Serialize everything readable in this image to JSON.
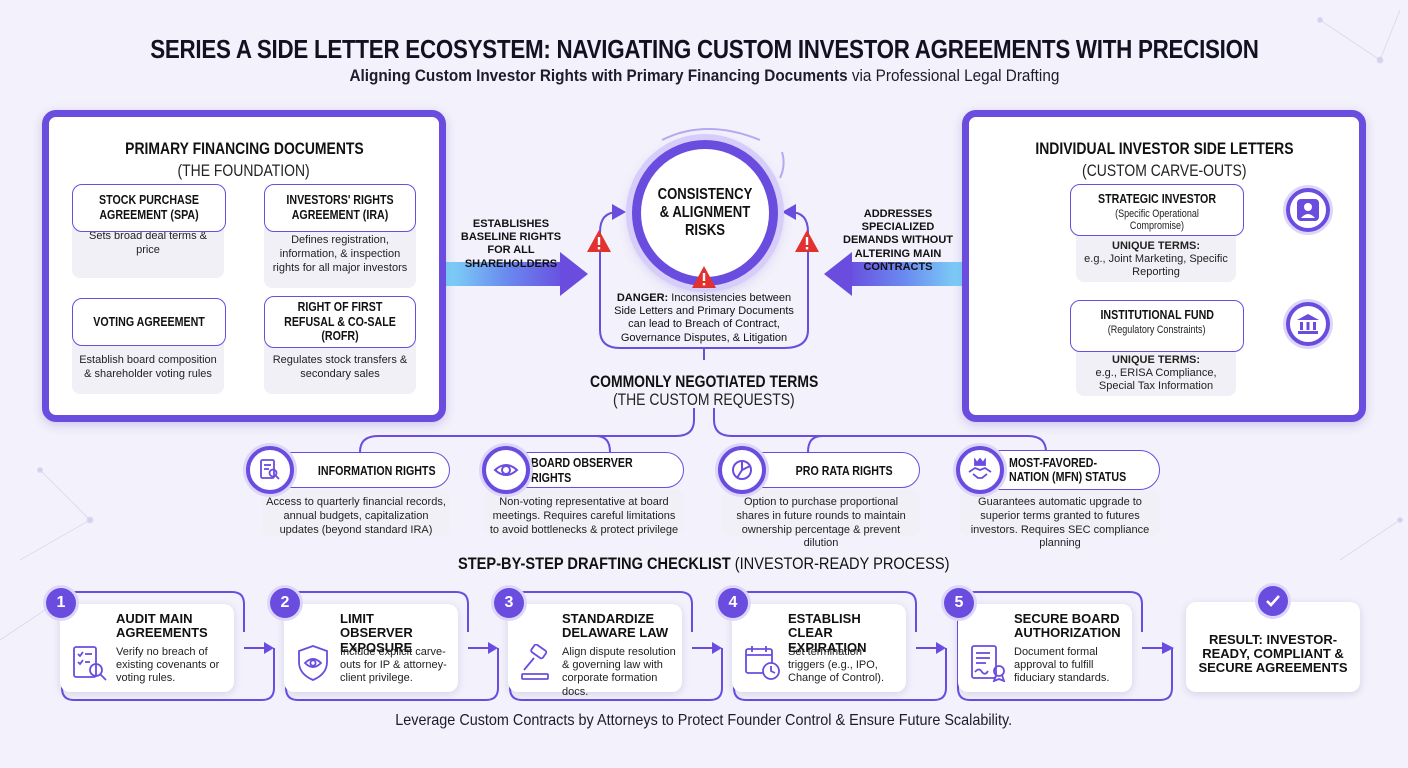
{
  "title": "SERIES A SIDE LETTER ECOSYSTEM: NAVIGATING CUSTOM INVESTOR AGREEMENTS WITH PRECISION",
  "subtitle_bold": "Aligning Custom Investor Rights with Primary Financing Documents",
  "subtitle_rest": " via Professional Legal Drafting",
  "primary": {
    "title": "PRIMARY FINANCING DOCUMENTS",
    "subtitle": "(THE FOUNDATION)",
    "docs": [
      {
        "label": "STOCK PURCHASE AGREEMENT (SPA)",
        "note": "Sets broad deal terms & price"
      },
      {
        "label": "INVESTORS' RIGHTS AGREEMENT (IRA)",
        "note": "Defines registration, information, & inspection rights for all major investors"
      },
      {
        "label": "VOTING AGREEMENT",
        "note": "Establish board composition & shareholder voting rules"
      },
      {
        "label": "RIGHT OF FIRST REFUSAL & CO-SALE (ROFR)",
        "note": "Regulates stock transfers & secondary sales"
      }
    ]
  },
  "left_arrow_label": "ESTABLISHES BASELINE RIGHTS FOR ALL SHAREHOLDERS",
  "right_arrow_label": "ADDRESSES SPECIALIZED DEMANDS WITHOUT ALTERING MAIN CONTRACTS",
  "risk": {
    "label": "CONSISTENCY & ALIGNMENT RISKS",
    "danger_bold": "DANGER:",
    "danger_text": " Inconsistencies between Side Letters and Primary Documents can lead to Breach of Contract, Governance Disputes, & Litigation"
  },
  "side_letters": {
    "title": "INDIVIDUAL INVESTOR SIDE LETTERS",
    "subtitle": "(CUSTOM CARVE-OUTS)",
    "profiles": [
      {
        "title": "STRATEGIC INVESTOR",
        "sub": "(Specific Operational Compromise)",
        "note_bold": "UNIQUE TERMS:",
        "note": "e.g., Joint Marketing, Specific Reporting",
        "icon": "person-icon"
      },
      {
        "title": "INSTITUTIONAL FUND",
        "sub": "(Regulatory Constraints)",
        "note_bold": "UNIQUE TERMS:",
        "note": "e.g., ERISA Compliance, Special Tax Information",
        "icon": "bank-icon"
      }
    ]
  },
  "terms": {
    "title": "COMMONLY NEGOTIATED TERMS",
    "subtitle": "(THE CUSTOM REQUESTS)",
    "items": [
      {
        "label": "INFORMATION RIGHTS",
        "note": "Access to quarterly financial records, annual budgets, capitalization updates (beyond standard IRA)",
        "icon": "document-search-icon"
      },
      {
        "label": "BOARD OBSERVER RIGHTS",
        "note": "Non-voting representative at board meetings. Requires careful limitations to avoid bottlenecks & protect privilege",
        "icon": "eye-icon"
      },
      {
        "label": "PRO RATA RIGHTS",
        "note": "Option to purchase proportional shares in future rounds to maintain ownership percentage & prevent dilution",
        "icon": "pie-chart-icon"
      },
      {
        "label": "MOST-FAVORED-NATION (MFN) STATUS",
        "note": "Guarantees automatic upgrade to superior terms granted to futures investors. Requires SEC compliance planning",
        "icon": "handshake-crown-icon"
      }
    ]
  },
  "checklist": {
    "title_bold": "STEP-BY-STEP DRAFTING CHECKLIST",
    "title_rest": " (INVESTOR-READY PROCESS)",
    "steps": [
      {
        "num": "1",
        "title": "AUDIT MAIN AGREEMENTS",
        "text": "Verify no breach of existing covenants or voting rules.",
        "icon": "checklist-search-icon"
      },
      {
        "num": "2",
        "title": "LIMIT OBSERVER EXPOSURE",
        "text": "Include explicit carve-outs for IP & attorney-client privilege.",
        "icon": "shield-eye-icon"
      },
      {
        "num": "3",
        "title": "STANDARDIZE DELAWARE LAW",
        "text": "Align dispute resolution & governing law with corporate formation docs.",
        "icon": "gavel-icon"
      },
      {
        "num": "4",
        "title": "ESTABLISH CLEAR EXPIRATION",
        "text": "Set termination triggers (e.g., IPO, Change of Control).",
        "icon": "calendar-clock-icon"
      },
      {
        "num": "5",
        "title": "SECURE BOARD AUTHORIZATION",
        "text": "Document formal approval to fulfill fiduciary standards.",
        "icon": "signed-document-icon"
      }
    ],
    "result": "RESULT: INVESTOR-READY, COMPLIANT & SECURE AGREEMENTS"
  },
  "footer": "Leverage Custom Contracts by Attorneys to Protect Founder Control & Ensure Future Scalability.",
  "colors": {
    "accent": "#6a4ddf",
    "background": "#f3f1fb",
    "warning": "#e0322f"
  }
}
